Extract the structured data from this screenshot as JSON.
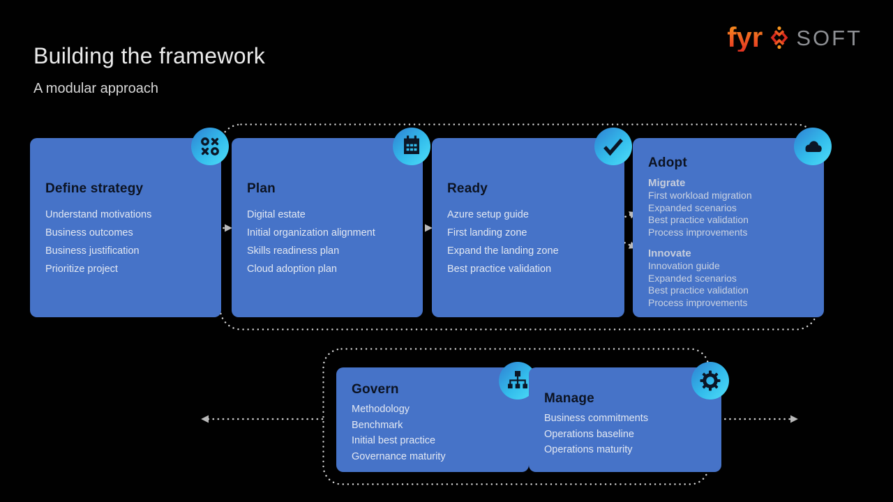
{
  "slide": {
    "title": "Building the framework",
    "subtitle": "A modular approach"
  },
  "logo": {
    "part1": "fyr",
    "part2": "SOFT",
    "mark_icon": "fyrsoft-asterisk-icon",
    "colors": {
      "part1_gradient": [
        "#f7941d",
        "#e23222"
      ],
      "part2_gray": "#8e9094"
    }
  },
  "cards": {
    "define_strategy": {
      "title": "Define strategy",
      "icon": "strategy-icon",
      "items": [
        "Understand motivations",
        "Business outcomes",
        "Business justification",
        "Prioritize project"
      ]
    },
    "plan": {
      "title": "Plan",
      "icon": "calendar-icon",
      "items": [
        "Digital estate",
        "Initial organization alignment",
        "Skills readiness plan",
        "Cloud adoption plan"
      ]
    },
    "ready": {
      "title": "Ready",
      "icon": "checkmark-icon",
      "items": [
        "Azure setup guide",
        "First landing zone",
        "Expand the landing zone",
        "Best practice validation"
      ]
    },
    "adopt": {
      "title": "Adopt",
      "icon": "cloud-icon",
      "sections": [
        {
          "title": "Migrate",
          "items": [
            "First workload migration",
            "Expanded scenarios",
            "Best practice validation",
            "Process improvements"
          ]
        },
        {
          "title": "Innovate",
          "items": [
            "Innovation guide",
            "Expanded scenarios",
            "Best practice validation",
            "Process improvements"
          ]
        }
      ]
    },
    "govern": {
      "title": "Govern",
      "icon": "orgchart-icon",
      "items": [
        "Methodology",
        "Benchmark",
        "Initial best practice",
        "Governance maturity"
      ]
    },
    "manage": {
      "title": "Manage",
      "icon": "gear-icon",
      "items": [
        "Business commitments",
        "Operations baseline",
        "Operations maturity"
      ]
    }
  },
  "colors": {
    "background": "#010101",
    "card_blue": "#4673c8",
    "card_title_text": "#0c1322",
    "card_item_text": "#e3e8f2",
    "icon_badge_gradient": [
      "#2f7fd2",
      "#4fdef8"
    ],
    "icon_glyph": "#0b1626",
    "dotted_outline": "#d6d6d6",
    "arrow_gray": "#b9b9b9"
  }
}
